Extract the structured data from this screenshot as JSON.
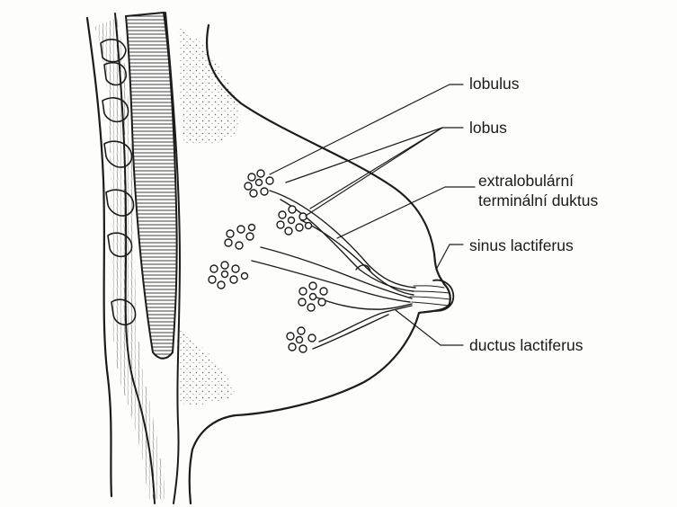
{
  "diagram": {
    "labels": {
      "lobulus": "lobulus",
      "lobus": "lobus",
      "extralobular_line1": "extralobulární",
      "extralobular_line2": "terminální duktus",
      "sinus": "sinus lactiferus",
      "ductus": "ductus lactiferus"
    },
    "colors": {
      "ink": "#1c1c1c",
      "paper": "#fdfdfb"
    }
  }
}
